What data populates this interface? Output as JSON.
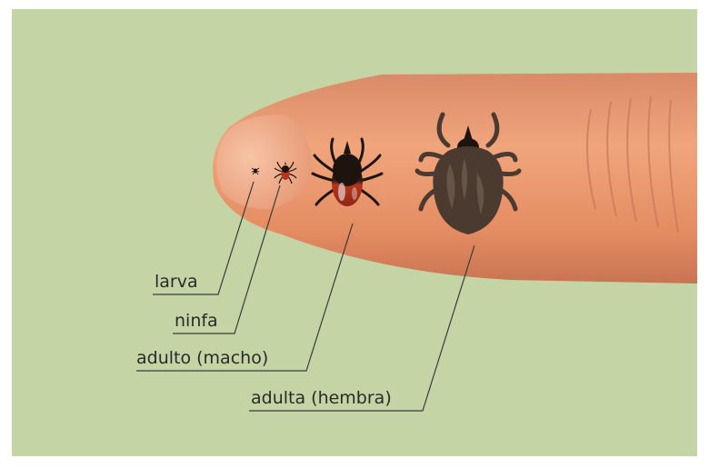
{
  "colors": {
    "background": "#c5d4a5",
    "skin": "#e99a73",
    "tick_dark": "#1d1410",
    "tick_red": "#b3361f",
    "tick_engorged": "#4a3a30",
    "leader_line": "#3a3a3a"
  },
  "labels": {
    "larva": "larva",
    "ninfa": "ninfa",
    "adulto_macho": "adulto (macho)",
    "adulta_hembra": "adulta (hembra)"
  }
}
